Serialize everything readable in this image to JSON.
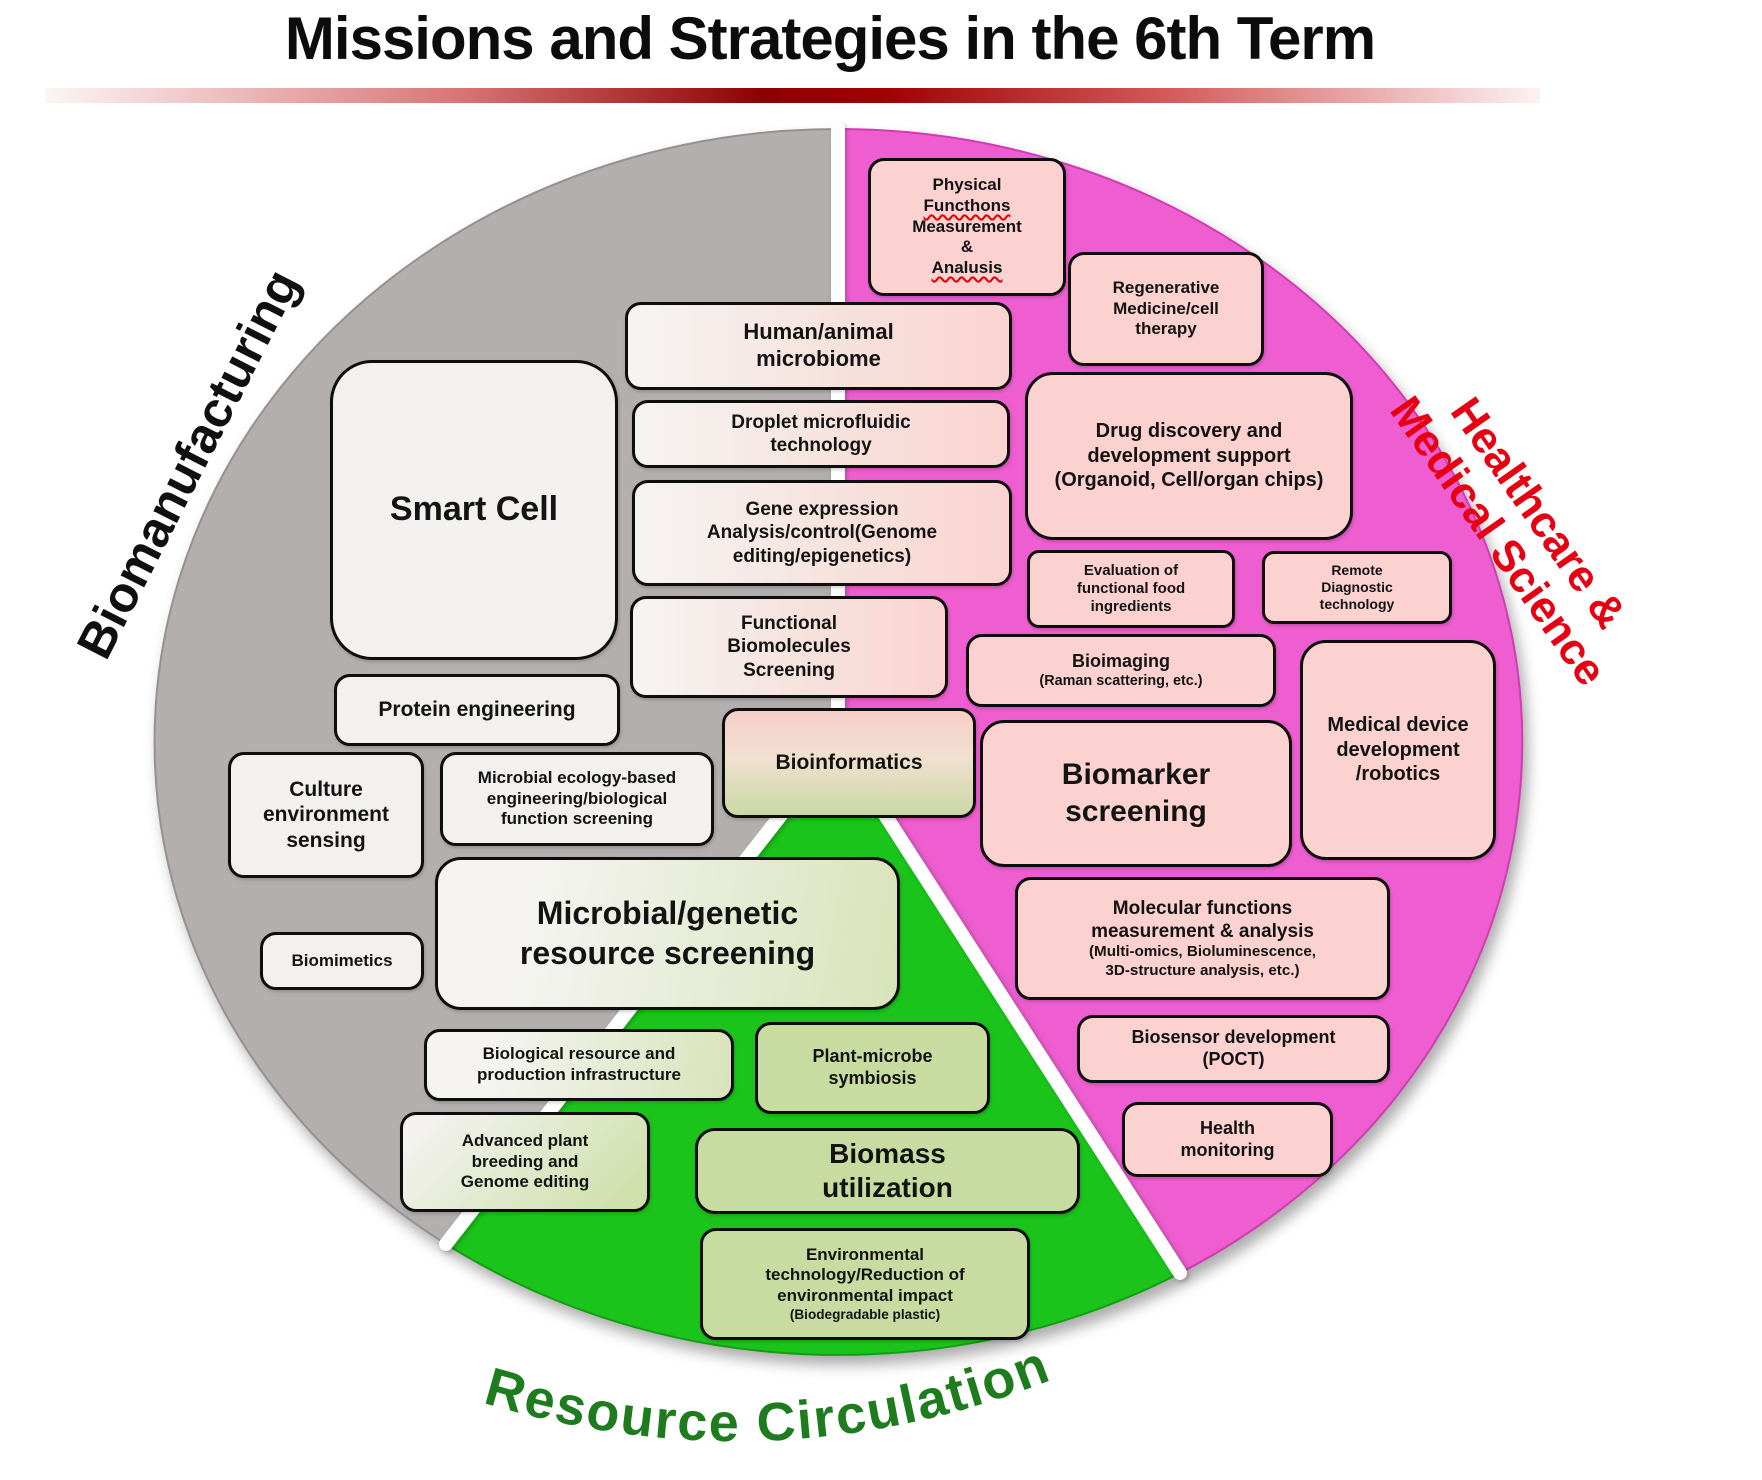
{
  "title": "Missions and Strategies in the 6th Term",
  "sector_labels": {
    "biomanufacturing": "Biomanufacturing",
    "healthcare_line1": "Healthcare &",
    "healthcare_line2": "Medical Science",
    "resource_circulation": "Resource Circulation"
  },
  "colors": {
    "gray_sector": "#b4afaf",
    "pink_sector": "#ee5ed0",
    "green_sector": "#1bc41b",
    "gray_box": "#f2f1f0",
    "pink_box": "#fbd2cf",
    "green_box": "#c8dca2",
    "healthcare_label": "#e60011",
    "resource_label": "#1e7c1e",
    "title_underline": "#8f0000"
  },
  "boxes": {
    "smart_cell": {
      "lines": [
        "Smart Cell"
      ]
    },
    "protein_engineering": {
      "lines": [
        "Protein engineering"
      ]
    },
    "culture_environment_sensing": {
      "lines": [
        "Culture",
        "environment",
        "sensing"
      ]
    },
    "microbial_ecology": {
      "lines": [
        "Microbial ecology-based",
        "engineering/biological",
        "function screening"
      ]
    },
    "biomimetics": {
      "lines": [
        "Biomimetics"
      ]
    },
    "human_animal_microbiome": {
      "lines": [
        "Human/animal",
        "microbiome"
      ]
    },
    "droplet_microfluidic": {
      "lines": [
        "Droplet microfluidic",
        "technology"
      ]
    },
    "gene_expression": {
      "lines": [
        "Gene expression",
        "Analysis/control(Genome",
        "editing/epigenetics)"
      ]
    },
    "functional_biomolecules": {
      "lines": [
        "Functional",
        "Biomolecules",
        "Screening"
      ]
    },
    "bioinformatics": {
      "lines": [
        "Bioinformatics"
      ]
    },
    "physical_functions": {
      "line1": "Physical",
      "line2": "Functhons",
      "line3": "Measurement",
      "line4_prefix": "&",
      "line4_word": "Analusis"
    },
    "regenerative_medicine": {
      "lines": [
        "Regenerative",
        "Medicine/cell",
        "therapy"
      ]
    },
    "drug_discovery": {
      "lines": [
        "Drug discovery and",
        "development support",
        "(Organoid, Cell/organ chips)"
      ]
    },
    "evaluation_food": {
      "lines": [
        "Evaluation of",
        "functional food",
        "ingredients"
      ]
    },
    "remote_diagnostic": {
      "lines": [
        "Remote",
        "Diagnostic",
        "technology"
      ]
    },
    "bioimaging": {
      "lines": [
        "Bioimaging",
        "(Raman scattering, etc.)"
      ]
    },
    "medical_device": {
      "lines": [
        "Medical device",
        "development",
        "/robotics"
      ]
    },
    "biomarker_screening": {
      "lines": [
        "Biomarker",
        "screening"
      ]
    },
    "molecular_functions": {
      "lines": [
        "Molecular functions",
        "measurement & analysis",
        "(Multi-omics, Bioluminescence,",
        "3D-structure analysis, etc.)"
      ]
    },
    "biosensor_development": {
      "lines": [
        "Biosensor development",
        "(POCT)"
      ]
    },
    "health_monitoring": {
      "lines": [
        "Health",
        "monitoring"
      ]
    },
    "microbial_genetic_resource": {
      "lines": [
        "Microbial/genetic",
        "resource screening"
      ]
    },
    "biological_resource": {
      "lines": [
        "Biological resource and",
        "production infrastructure"
      ]
    },
    "plant_microbe": {
      "lines": [
        "Plant-microbe",
        "symbiosis"
      ]
    },
    "advanced_plant": {
      "lines": [
        "Advanced plant",
        "breeding and",
        "Genome editing"
      ]
    },
    "biomass_utilization": {
      "lines": [
        "Biomass",
        "utilization"
      ]
    },
    "environmental_technology": {
      "lines": [
        "Environmental",
        "technology/Reduction of",
        "environmental impact",
        "(Biodegradable plastic)"
      ]
    }
  }
}
